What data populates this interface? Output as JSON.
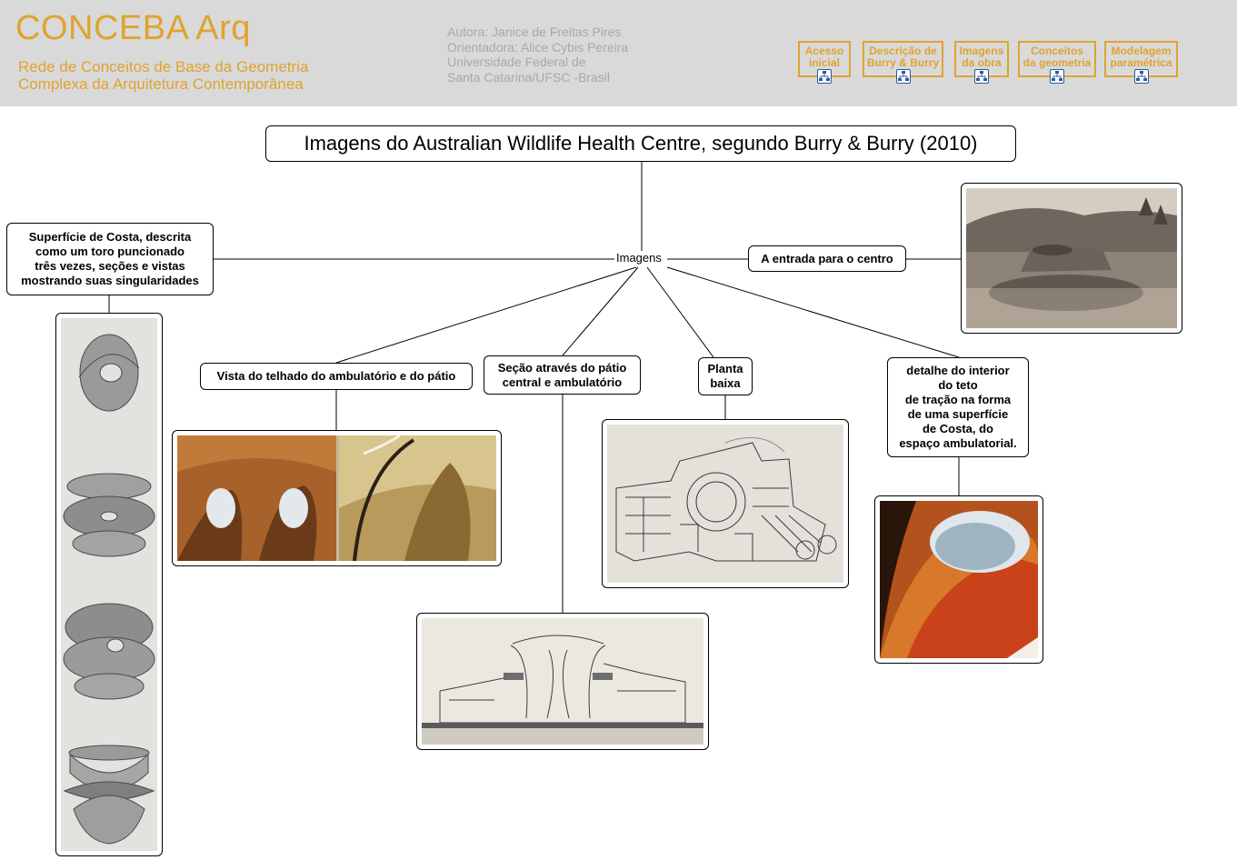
{
  "header": {
    "logo": "CONCEBA Arq",
    "subtitle_line1": "Rede de Conceitos de Base da Geometria",
    "subtitle_line2": "Complexa da Arquitetura Contemporânea",
    "credits": [
      "Autora: Janice de Freitas Pires",
      "Orientadora: Alice Cybis Pereira",
      "Universidade Federal de",
      "Santa Catarina/UFSC -Brasil"
    ],
    "nav": [
      {
        "line1": "Acesso",
        "line2": "inicial",
        "icon": "concept-map-icon"
      },
      {
        "line1": "Descrição de",
        "line2": "Burry & Burry",
        "icon": "concept-map-icon"
      },
      {
        "line1": "Imagens",
        "line2": "da obra",
        "icon": "concept-map-icon"
      },
      {
        "line1": "Conceitos",
        "line2": "da geometria",
        "icon": "concept-map-icon"
      },
      {
        "line1": "Modelagem",
        "line2": "paramétrica",
        "icon": "concept-map-icon"
      }
    ]
  },
  "map": {
    "title": "Imagens do Australian Wildlife Health Centre, segundo Burry & Burry (2010)",
    "hub": "Imagens",
    "nodes": {
      "costa": [
        "Superfície de Costa, descrita",
        "como um toro puncionado",
        "três vezes, seções e vistas",
        "mostrando suas singularidades"
      ],
      "entrada": [
        "A entrada para o centro"
      ],
      "telhado": [
        "Vista do telhado do ambulatório e do pátio"
      ],
      "secao": [
        "Seção através do pátio",
        "central e ambulatório"
      ],
      "planta": [
        "Planta",
        "baixa"
      ],
      "detalhe": [
        "detalhe do interior",
        "do teto",
        "de tração na forma",
        "de uma superfície",
        "de Costa, do",
        "espaço ambulatorial."
      ]
    }
  },
  "colors": {
    "header_bg": "#d9d9d9",
    "accent": "#e0a32e",
    "credits": "#a8a8a8"
  }
}
